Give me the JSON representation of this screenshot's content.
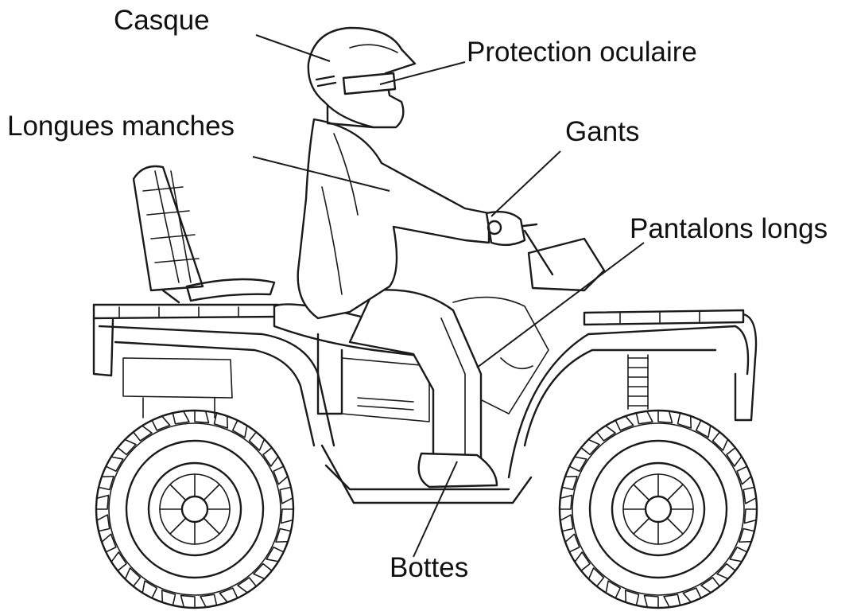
{
  "labels": {
    "helmet": "Casque",
    "eye_protection": "Protection oculaire",
    "long_sleeves": "Longues manches",
    "gloves": "Gants",
    "long_pants": "Pantalons longs",
    "boots": "Bottes"
  },
  "colors": {
    "line": "#1a1a1a",
    "background": "#ffffff"
  }
}
